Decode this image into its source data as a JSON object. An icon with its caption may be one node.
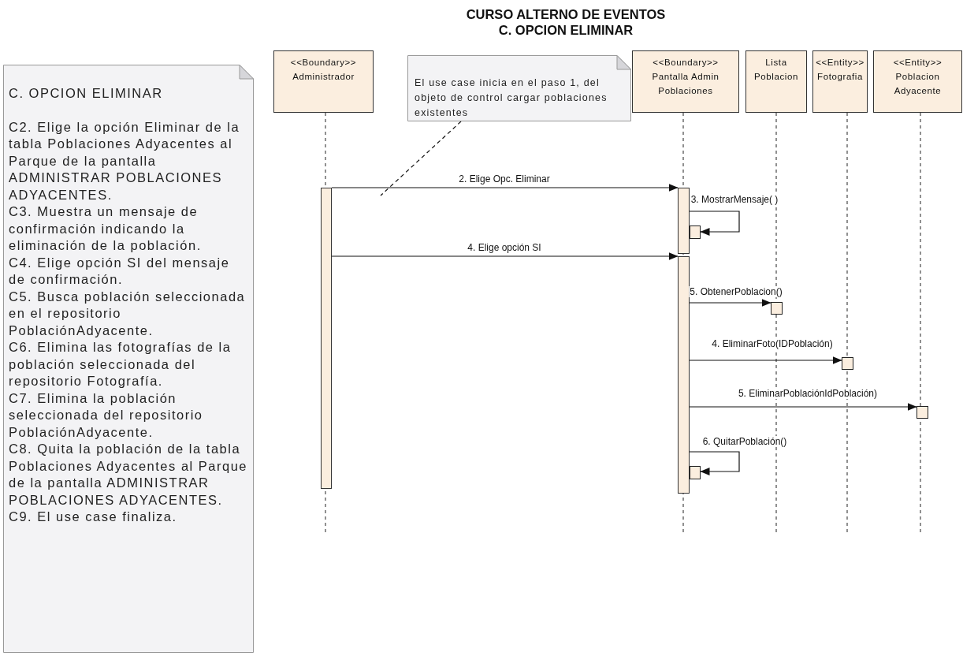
{
  "diagram": {
    "title": "CURSO ALTERNO DE EVENTOS C. OPCION ELIMINAR",
    "nodes": [
      {
        "text": [
          "C. OPCION ELIMINAR",
          "C2. Elige la opción Eliminar de la tabla Poblaciones Adyacentes al Parque de la pantalla ADMINISTRAR POBLACIONES ADYACENTES.",
          "C3. Muestra un mensaje de confirmación indicando la eliminación de la población.",
          "C4. Elige opción SI del mensaje de confirmación.",
          "C5. Busca población seleccionada en el repositorio PoblaciónAdyacente.",
          "C6. Elimina las fotografías de la población seleccionada del repositorio Fotografía.",
          "C7. Elimina la población seleccionada del repositorio PoblaciónAdyacente.",
          "C8. Quita la población de la tabla Poblaciones Adyacentes al Parque de la pantalla ADMINISTRAR POBLACIONES ADYACENTES.",
          "C9. El use case finaliza."
        ]
      },
      {
        "text": [
          "<<Boundary>>",
          "Administrador"
        ]
      },
      {
        "text": [
          "El use case inicia en el paso 1, del objeto de control cargar poblaciones existentes"
        ]
      },
      {
        "text": [
          "<<Boundary>>",
          "Pantalla Admin Poblaciones"
        ]
      },
      {
        "text": [
          "Lista Poblacion"
        ]
      },
      {
        "text": [
          "<<Entity>>",
          "Fotografia"
        ]
      },
      {
        "text": [
          "<<Entity>>",
          "Poblacion Adyacente"
        ]
      },
      {
        "text": [],
        "shape": "bar"
      },
      {
        "text": [],
        "shape": "bar"
      },
      {
        "text": [],
        "shape": "box"
      },
      {
        "text": [],
        "shape": "bar"
      },
      {
        "text": [],
        "shape": "box"
      },
      {
        "text": [],
        "shape": "box"
      },
      {
        "text": [],
        "shape": "box"
      },
      {
        "text": [],
        "shape": "box"
      }
    ],
    "edges": [
      {
        "from": 7,
        "to": 8,
        "arrow": "to",
        "label": "2. Elige Opc. Eliminar"
      },
      {
        "from": 8,
        "to": 9,
        "arrow": "to",
        "label": "3. MostrarMensaje( )"
      },
      {
        "from": 7,
        "to": 10,
        "arrow": "to",
        "label": "4. Elige opción SI"
      },
      {
        "from": 10,
        "to": 11,
        "arrow": "to",
        "label": "5. ObtenerPoblacion()"
      },
      {
        "from": 10,
        "to": 12,
        "arrow": "to",
        "label": "4. EliminarFoto(IDPoblación)"
      },
      {
        "from": 10,
        "to": 13,
        "arrow": "to",
        "label": "5. EliminarPoblaciónIdPoblación)"
      },
      {
        "from": 10,
        "to": 14,
        "arrow": "to",
        "label": "6. QuitarPoblación()"
      },
      {
        "from": 2,
        "to": null,
        "arrow": "none",
        "style": "dashed"
      }
    ]
  }
}
